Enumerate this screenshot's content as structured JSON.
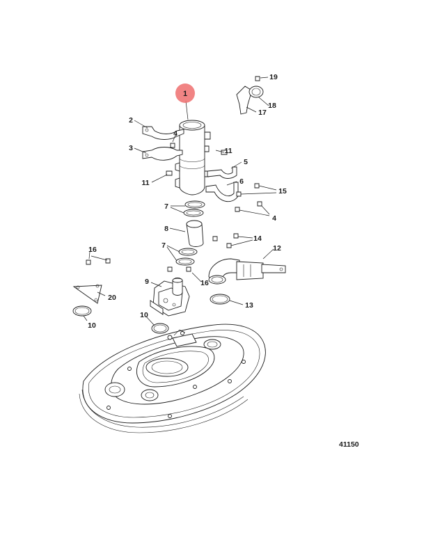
{
  "figure_number": "41150",
  "highlight_color": "#ef6f6f",
  "callouts": [
    {
      "id": "c1",
      "text": "1",
      "highlighted": true
    },
    {
      "id": "c2",
      "text": "2"
    },
    {
      "id": "c3",
      "text": "3"
    },
    {
      "id": "c4a",
      "text": "4"
    },
    {
      "id": "c4b",
      "text": "4"
    },
    {
      "id": "c5",
      "text": "5"
    },
    {
      "id": "c6",
      "text": "6"
    },
    {
      "id": "c7a",
      "text": "7"
    },
    {
      "id": "c7b",
      "text": "7"
    },
    {
      "id": "c8",
      "text": "8"
    },
    {
      "id": "c9",
      "text": "9"
    },
    {
      "id": "c10a",
      "text": "10"
    },
    {
      "id": "c10b",
      "text": "10"
    },
    {
      "id": "c11a",
      "text": "11"
    },
    {
      "id": "c11b",
      "text": "11"
    },
    {
      "id": "c12",
      "text": "12"
    },
    {
      "id": "c13",
      "text": "13"
    },
    {
      "id": "c14",
      "text": "14"
    },
    {
      "id": "c15",
      "text": "15"
    },
    {
      "id": "c16a",
      "text": "16"
    },
    {
      "id": "c16b",
      "text": "16"
    },
    {
      "id": "c17",
      "text": "17"
    },
    {
      "id": "c18",
      "text": "18"
    },
    {
      "id": "c19",
      "text": "19"
    },
    {
      "id": "c20",
      "text": "20"
    }
  ]
}
